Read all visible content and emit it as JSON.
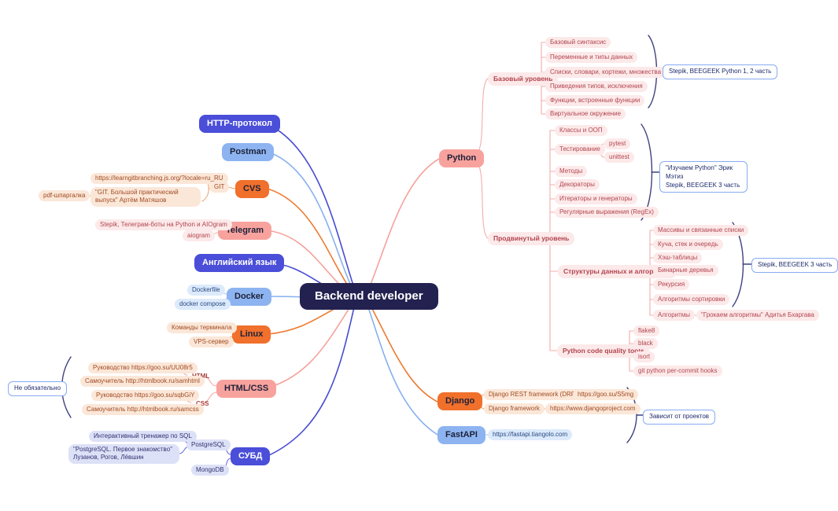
{
  "center": {
    "label": "Backend developer"
  },
  "left": {
    "http": {
      "label": "HTTP-протокол"
    },
    "postman": {
      "label": "Postman"
    },
    "cvs": {
      "label": "CVS",
      "git": "GIT",
      "url": "https://learngitbranching.js.org/?locale=ru_RU",
      "book": "\"GIT. Большой практический выпуск\" Артём Матяшов",
      "pdf": "pdf-шпаргалка"
    },
    "telegram": {
      "label": "Telegram",
      "course": "Stepik, Телеграм-боты на Python и AIOgram",
      "lib": "aiogram"
    },
    "english": {
      "label": "Английский язык"
    },
    "docker": {
      "label": "Docker",
      "items": [
        "Dockerfile",
        "docker compose"
      ]
    },
    "linux": {
      "label": "Linux",
      "items": [
        "Команды терминала",
        "VPS-сервер"
      ]
    },
    "htmlcss": {
      "label": "HTML/CSS",
      "html": "HTML",
      "css": "CSS",
      "html_items": [
        "Руководство https://goo.su/UU08r5",
        "Самоучитель http://htmlbook.ru/samhtml"
      ],
      "css_items": [
        "Руководство https://goo.su/sqbGiY",
        "Самоучитель http://htmlbook.ru/samcss"
      ],
      "callout": "Не обязательно"
    },
    "database": {
      "label": "СУБД",
      "postgres": "PostgreSQL",
      "mongo": "MongoDB",
      "postgres_items": [
        "Интерактивный тренажер по SQL",
        "\"PostgreSQL. Первое знакомство\" Лузанов, Рогов, Лёвшин"
      ]
    }
  },
  "right": {
    "python": {
      "label": "Python",
      "basic": {
        "label": "Базовый уровень",
        "items": [
          "Базовый синтаксис",
          "Переменные и типы данных",
          "Списки, словари, кортежи, множества",
          "Приведения типов, исключения",
          "Функции, встроенные функции",
          "Виртуальное окружение"
        ],
        "callout": "Stepik, BEEGEEK Python 1, 2 часть"
      },
      "advanced": {
        "label": "Продвинутый уровень",
        "items": [
          "Классы и ООП",
          "Тестирование",
          "Методы",
          "Декораторы",
          "Итераторы и генераторы",
          "Регулярные выражения (RegEx)"
        ],
        "testing_tools": [
          "pytest",
          "unittest"
        ],
        "callout_line1": "\"Изучаем Python\" Эрик Мэтиз",
        "callout_line2": "Stepik, BEEGEEK 3 часть"
      },
      "structures": {
        "label": "Структуры данных и алгоритмы",
        "items": [
          "Массивы и связанные списки",
          "Куча, стек и очередь",
          "Хэш-таблицы",
          "Бинарные деревья",
          "Рекурсия",
          "Алгоритмы сортировки"
        ],
        "algorithms": "Алгоритмы",
        "algorithms_book": "\"Грокаем алгоритмы\" Адитья Бхаргава",
        "callout": "Stepik, BEEGEEK 3 часть"
      },
      "quality": {
        "label": "Python code quality tools",
        "items": [
          "flake8",
          "black",
          "isort",
          "git python per-commit hooks"
        ]
      }
    },
    "django": {
      "label": "Django",
      "drf": "Django REST framework (DRF)",
      "drf_url": "https://goo.su/S5mg",
      "framework": "Django framework",
      "framework_url": "https://www.djangoproject.com"
    },
    "fastapi": {
      "label": "FastAPI",
      "url": "https://fastapi.tiangolo.com"
    },
    "projects_callout": "Зависит от проектов"
  },
  "colors": {
    "center_bg": "#232150",
    "indigo": "#4a4ed8",
    "orange": "#f0702c",
    "salmon": "#f8a29e",
    "light_blue": "#8db4f0",
    "pink_tint": "#fce9e9",
    "peach_tint": "#fbe7d8",
    "blue_tint": "#dceafc",
    "lavender_tint": "#dde1f7",
    "callout_border": "#86acf2",
    "brace": "#41417f"
  }
}
